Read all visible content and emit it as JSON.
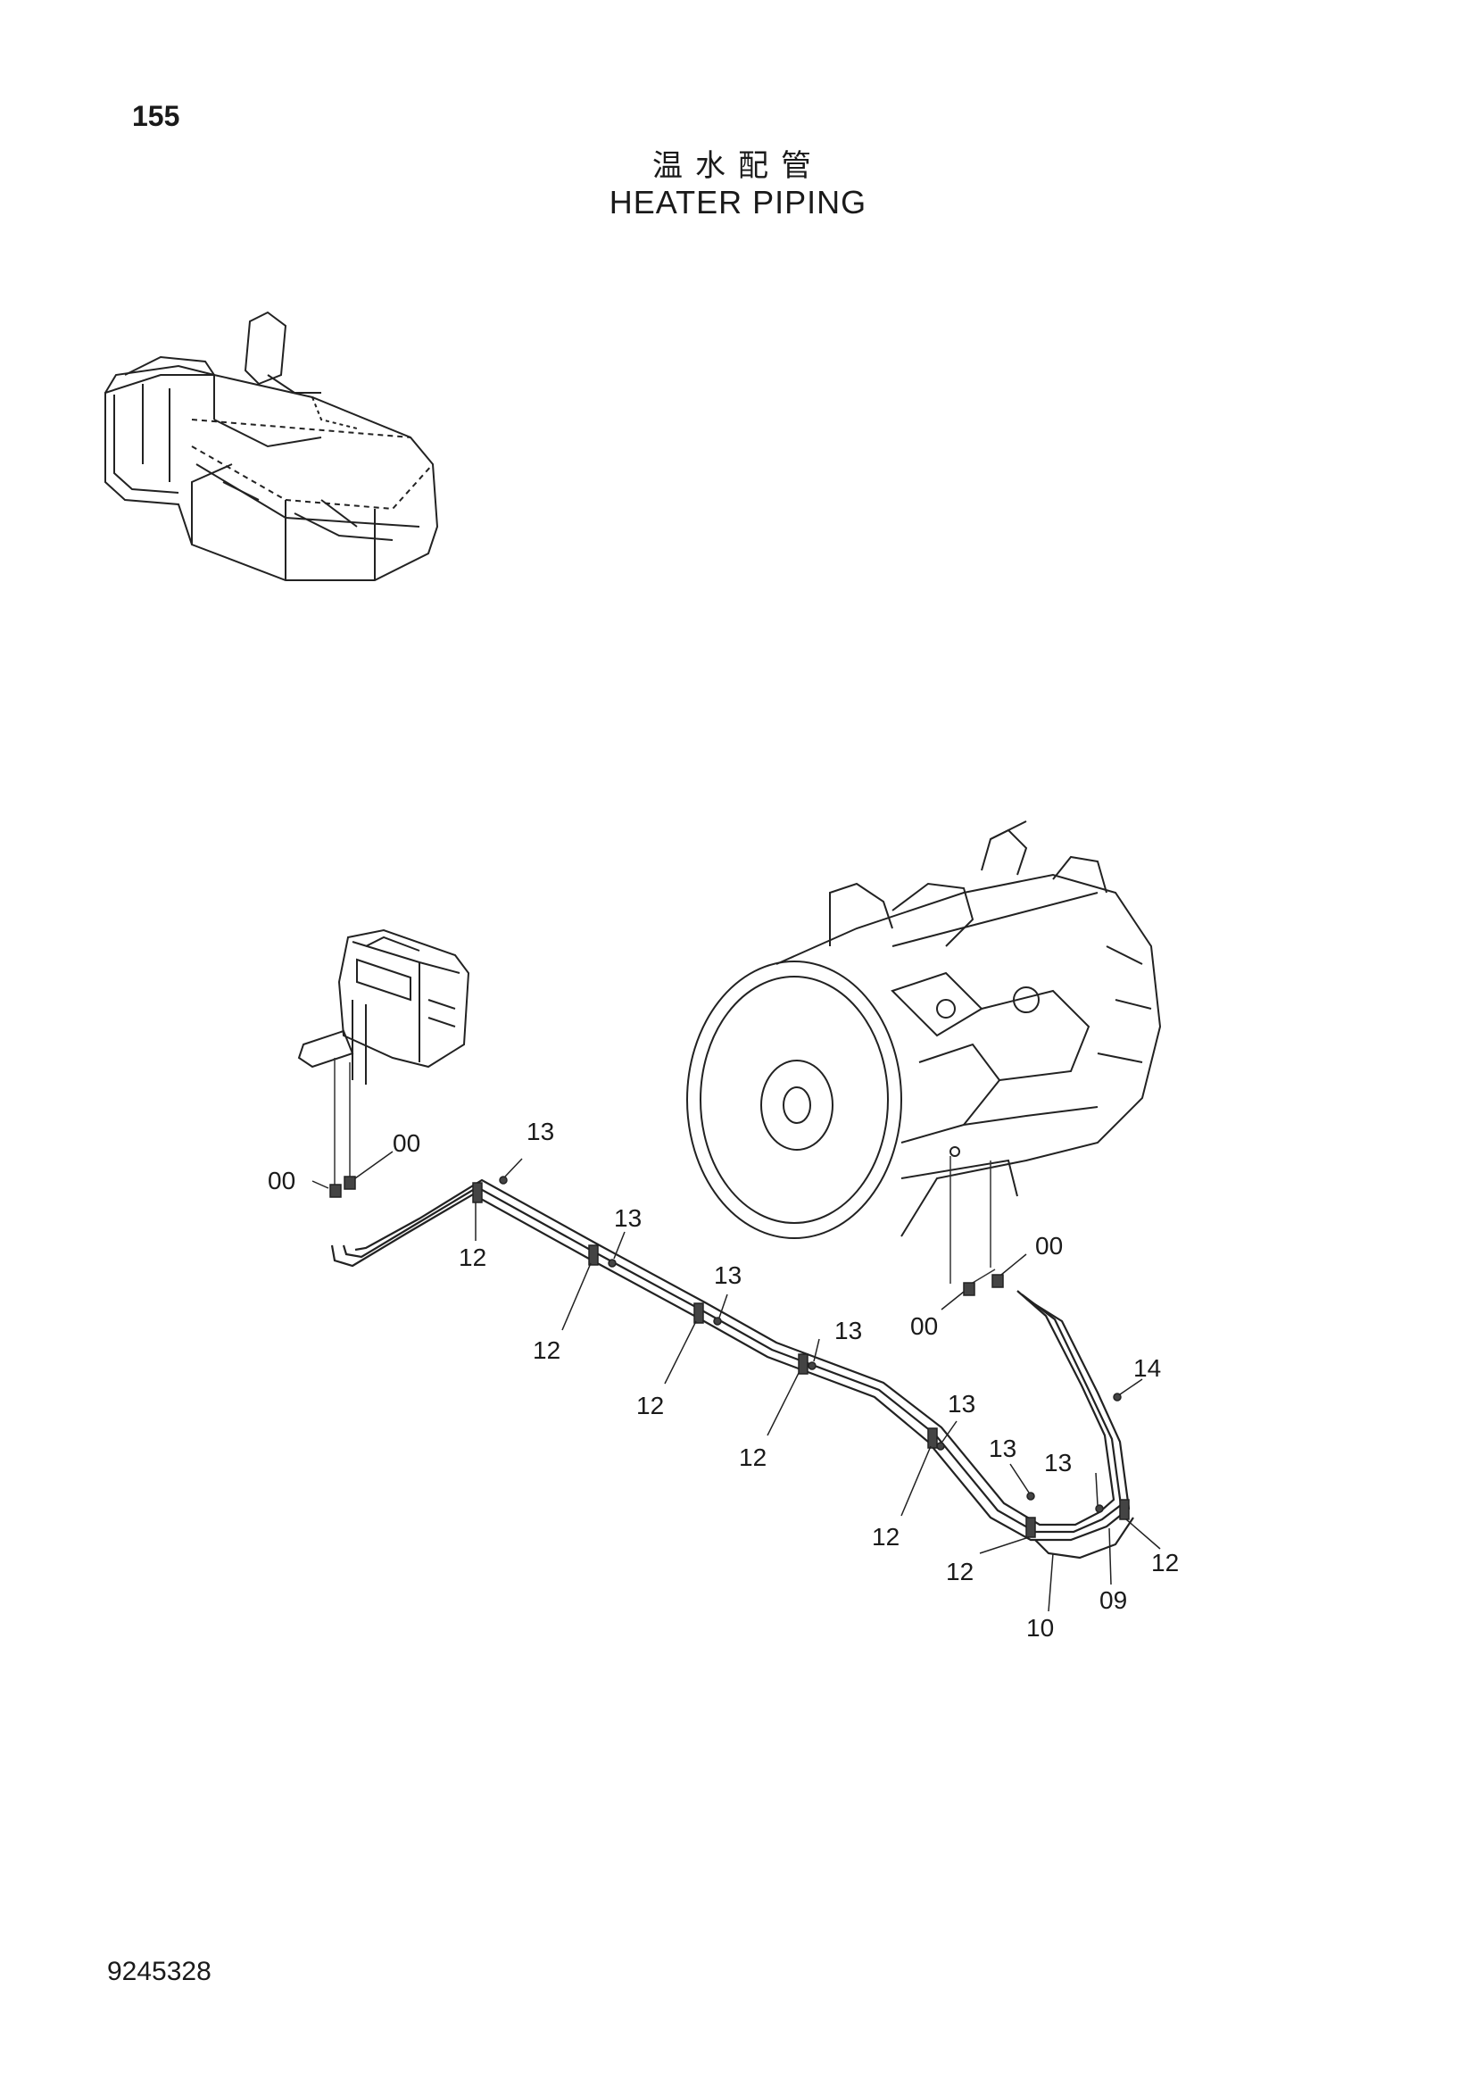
{
  "page": {
    "number": "155",
    "title_jp": "温水配管",
    "title_en": "HEATER PIPING",
    "doc_number": "9245328"
  },
  "callouts": [
    {
      "id": "c-00-a",
      "text": "00"
    },
    {
      "id": "c-00-b",
      "text": "00"
    },
    {
      "id": "c-13-a",
      "text": "13"
    },
    {
      "id": "c-12-a",
      "text": "12"
    },
    {
      "id": "c-13-b",
      "text": "13"
    },
    {
      "id": "c-12-b",
      "text": "12"
    },
    {
      "id": "c-13-c",
      "text": "13"
    },
    {
      "id": "c-12-c",
      "text": "12"
    },
    {
      "id": "c-13-d",
      "text": "13"
    },
    {
      "id": "c-12-d",
      "text": "12"
    },
    {
      "id": "c-13-e",
      "text": "13"
    },
    {
      "id": "c-12-e",
      "text": "12"
    },
    {
      "id": "c-13-f",
      "text": "13"
    },
    {
      "id": "c-12-f",
      "text": "12"
    },
    {
      "id": "c-13-g",
      "text": "13"
    },
    {
      "id": "c-12-g",
      "text": "12"
    },
    {
      "id": "c-10",
      "text": "10"
    },
    {
      "id": "c-09",
      "text": "09"
    },
    {
      "id": "c-14",
      "text": "14"
    },
    {
      "id": "c-00-c",
      "text": "00"
    },
    {
      "id": "c-00-d",
      "text": "00"
    }
  ]
}
